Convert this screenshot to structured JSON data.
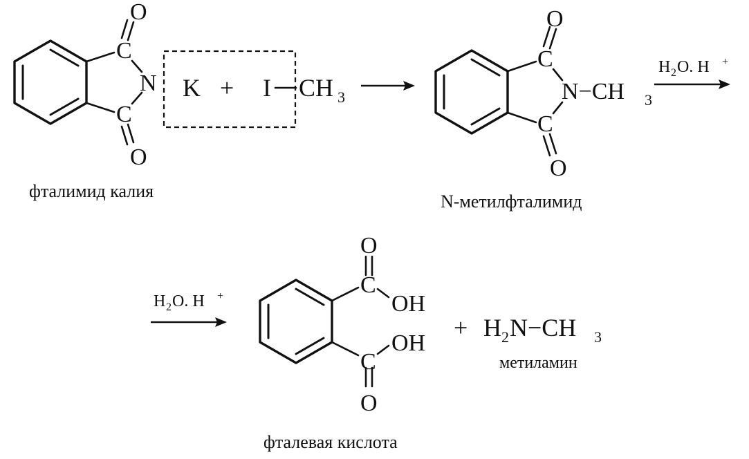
{
  "reaction_1": {
    "reactant": {
      "o_top": "O",
      "c_top": "C",
      "n": "N",
      "c_bottom": "C",
      "o_bottom": "O",
      "k": "K",
      "plus": "+",
      "i": "I",
      "ch": "CH",
      "ch_sub": "3",
      "name": "фталимид калия"
    },
    "product": {
      "o_top": "O",
      "c_top": "C",
      "n_ch": "N−CH",
      "n_ch_sub": "3",
      "c_bottom": "C",
      "o_bottom": "O",
      "name": "N-метилфталимид"
    },
    "condition": {
      "h": "H",
      "h_sub": "2",
      "rest": "O. H",
      "sup": "+"
    }
  },
  "reaction_2": {
    "condition": {
      "h": "H",
      "h_sub": "2",
      "rest": "O. H",
      "sup": "+"
    },
    "acid": {
      "o_top": "O",
      "c_top": "C",
      "oh_top": "OH",
      "oh_bottom": "OH",
      "c_bottom": "C",
      "o_bottom": "O",
      "name": "фталевая кислота"
    },
    "plus": "+",
    "amine": {
      "h": "H",
      "h_sub": "2",
      "n_ch": "N−CH",
      "ch_sub": "3",
      "name": "метиламин"
    }
  }
}
